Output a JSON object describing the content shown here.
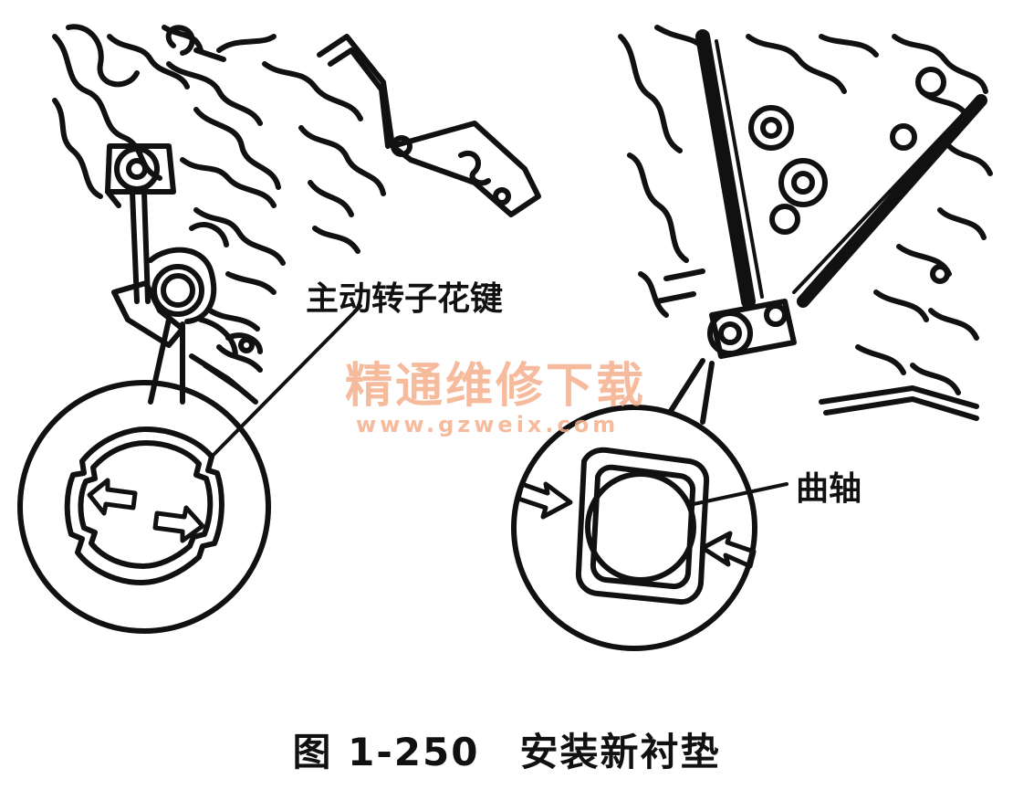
{
  "labels": {
    "spline": "主动转子花键",
    "crankshaft": "曲轴"
  },
  "watermark": {
    "title": "精通维修下载",
    "url": "www.gzweix.com",
    "color": "#f5b08c"
  },
  "caption": "图 1-250　安装新衬垫",
  "colors": {
    "ink": "#111111",
    "background": "#ffffff"
  }
}
